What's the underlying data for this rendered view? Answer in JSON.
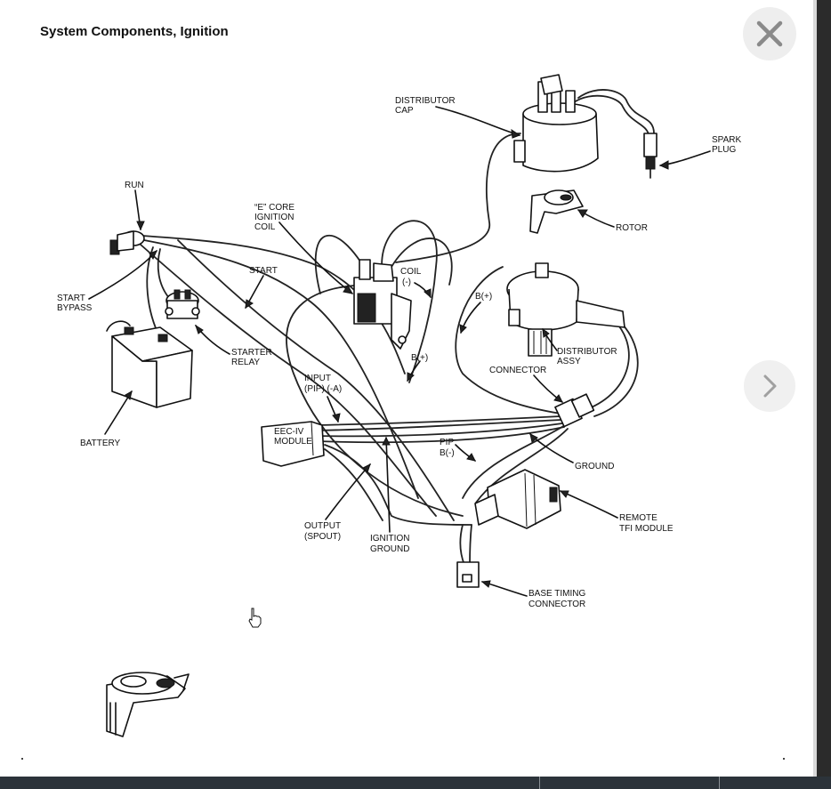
{
  "viewer": {
    "title": "System Components, Ignition",
    "close_icon": "close-icon",
    "next_icon": "chevron-right-icon"
  },
  "labels": {
    "distributor_cap_1": "DISTRIBUTOR",
    "distributor_cap_2": "CAP",
    "spark_plug_1": "SPARK",
    "spark_plug_2": "PLUG",
    "rotor": "ROTOR",
    "run": "RUN",
    "ecore_1": "“E” CORE",
    "ecore_2": "IGNITION",
    "ecore_3": "COIL",
    "coil_neg_1": "COIL",
    "coil_neg_2": "(-)",
    "start": "START",
    "start_bypass_1": "START",
    "start_bypass_2": "BYPASS",
    "bplus_1": "B(+)",
    "bplus_2": "B(+)",
    "starter_relay_1": "STARTER",
    "starter_relay_2": "RELAY",
    "distributor_assy_1": "DISTRIBUTOR",
    "distributor_assy_2": "ASSY",
    "connector": "CONNECTOR",
    "input_1": "INPUT",
    "input_2": "(PIP) (-A)",
    "eec_1": "EEC-IV",
    "eec_2": "MODULE",
    "battery": "BATTERY",
    "pip_1": "PIP",
    "pip_2": "B(-)",
    "ground": "GROUND",
    "remote_tfi_1": "REMOTE",
    "remote_tfi_2": "TFI MODULE",
    "output_1": "OUTPUT",
    "output_2": "(SPOUT)",
    "ign_ground_1": "IGNITION",
    "ign_ground_2": "GROUND",
    "base_timing_1": "BASE TIMING",
    "base_timing_2": "CONNECTOR"
  },
  "colors": {
    "bottom_bar": "#2c333a",
    "button_bg": "#eeeeee",
    "icon": "#8a8a8a"
  }
}
